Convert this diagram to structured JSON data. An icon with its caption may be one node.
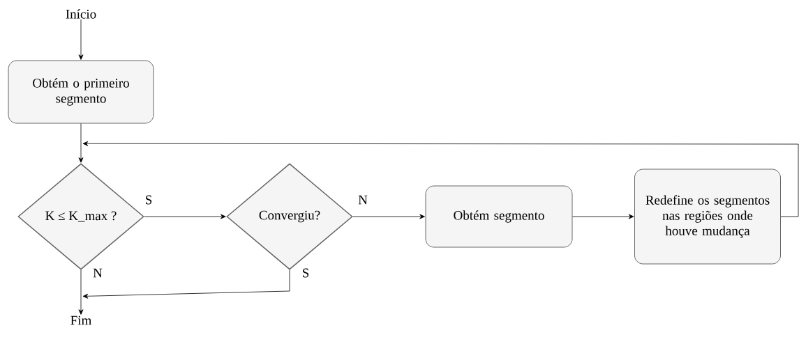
{
  "diagram": {
    "nodes": [
      {
        "text": [
          "Início"
        ]
      },
      {
        "text": [
          "Obtém o primeiro segmento"
        ]
      },
      {
        "text": [
          "K ≤ K_max ?"
        ]
      },
      {
        "text": [
          "Convergiu?"
        ]
      },
      {
        "text": [
          "Obtém segmento"
        ]
      },
      {
        "text": [
          "Redefine os segmentos nas regiões onde houve mudança"
        ]
      },
      {
        "text": [
          "Fim"
        ]
      }
    ],
    "edges": [
      {
        "from": 0,
        "to": 1,
        "arrow": "to"
      },
      {
        "from": 1,
        "to": 2,
        "arrow": "to"
      },
      {
        "from": 2,
        "to": 3,
        "arrow": "to",
        "label": "S"
      },
      {
        "from": 3,
        "to": 4,
        "arrow": "to",
        "label": "N"
      },
      {
        "from": 4,
        "to": 5,
        "arrow": "to"
      },
      {
        "from": 5,
        "to": 2,
        "arrow": "to"
      },
      {
        "from": 2,
        "to": 6,
        "arrow": "to",
        "label": "N"
      },
      {
        "from": 3,
        "to": 6,
        "arrow": "to",
        "label": "S"
      }
    ]
  }
}
